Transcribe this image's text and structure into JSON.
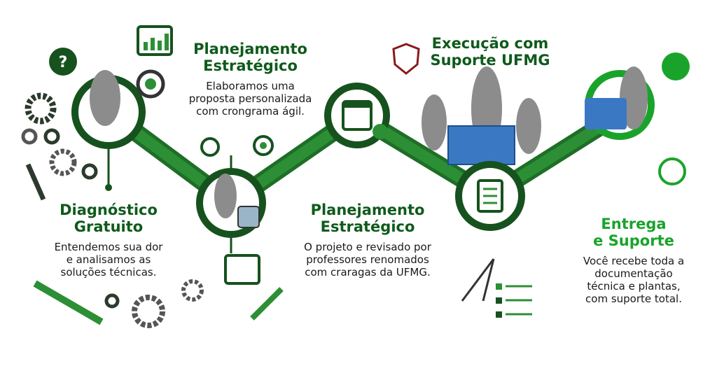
{
  "steps": [
    {
      "title_1": "Diagnóstico",
      "title_2": "Gratuito",
      "desc_1": "Entendemos sua dor",
      "desc_2": "e analisamos as",
      "desc_3": "soluções técnicas."
    },
    {
      "title_1": "Planejamento",
      "title_2": "Estratégico",
      "desc_1": "Elaboramos uma",
      "desc_2": "proposta personalizada",
      "desc_3": "com crongrama ágil."
    },
    {
      "title_1": "Planejamento",
      "title_2": "Estratégico",
      "desc_1": "O projeto e revisado por",
      "desc_2": "professores renomados",
      "desc_3": "com craragas da UFMG."
    },
    {
      "title_1": "Execução com",
      "title_2": "Suporte UFMG"
    },
    {
      "title_1": "Entrega",
      "title_2": "e Suporte",
      "desc_1": "Você recebe toda a",
      "desc_2": "documentação",
      "desc_3": "técnica e plantas,",
      "desc_4": "com suporte total."
    }
  ],
  "colors": {
    "dark_green": "#0f5a1c",
    "green": "#1aa32b",
    "path": "#1f7a2a"
  }
}
